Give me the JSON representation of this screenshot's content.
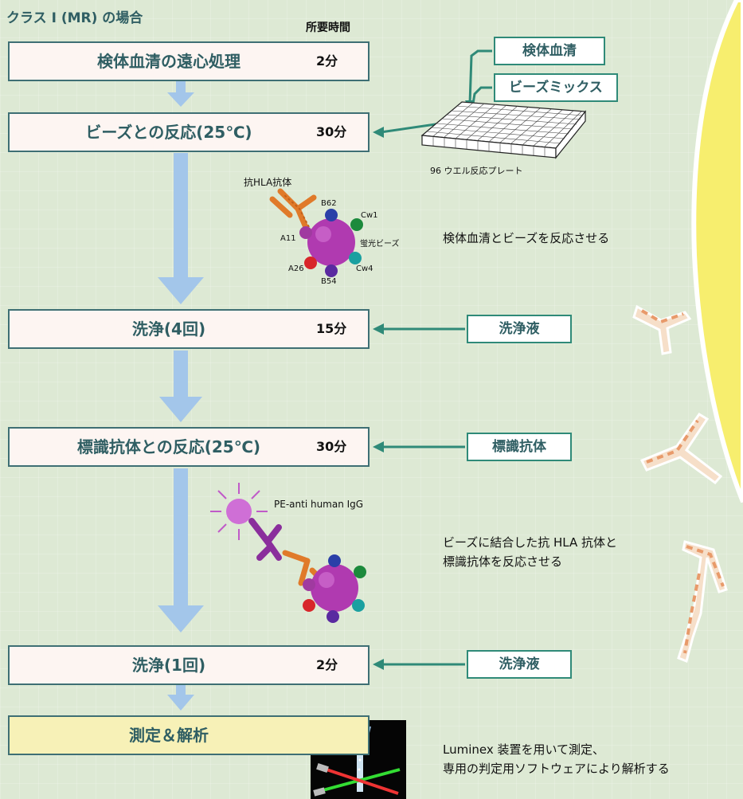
{
  "page_title": "クラス I (MR) の場合",
  "time_header": "所要時間",
  "steps": [
    {
      "label": "検体血清の遠心処理",
      "time": "2分"
    },
    {
      "label": "ビーズとの反応(25℃)",
      "time": "30分"
    },
    {
      "label": "洗浄(4回)",
      "time": "15分"
    },
    {
      "label": "標識抗体との反応(25℃)",
      "time": "30分"
    },
    {
      "label": "洗浄(1回)",
      "time": "2分"
    },
    {
      "label": "測定＆解析",
      "time": ""
    }
  ],
  "inputs": {
    "serum": "検体血清",
    "bead_mix": "ビーズミックス",
    "plate_caption": "96 ウエル反応プレート",
    "wash1": "洗浄液",
    "label_antibody": "標識抗体",
    "wash2": "洗浄液"
  },
  "bead_diagram": {
    "antibody_label": "抗HLA抗体",
    "bead_label": "蛍光ビーズ",
    "markers": [
      "B62",
      "Cw1",
      "A11",
      "A26",
      "B54",
      "Cw4"
    ]
  },
  "pe_label": "PE-anti human IgG",
  "notes": {
    "reaction": "検体血清とビーズを反応させる",
    "label_reaction": [
      "ビーズに結合した抗 HLA 抗体と",
      "標識抗体を反応させる"
    ],
    "measurement": [
      "Luminex 装置を用いて測定、",
      "専用の判定用ソフトウェアにより解析する"
    ]
  },
  "colors": {
    "step_border": "#3e6f74",
    "step_fill": "#fdf5f2",
    "final_fill": "#f7f1b7",
    "flow_arrow": "#a3c6ea",
    "connector": "#2f8a78",
    "bead": "#b03ab0",
    "antibody": "#e07a2a",
    "pe_antibody": "#8a2e9c"
  }
}
